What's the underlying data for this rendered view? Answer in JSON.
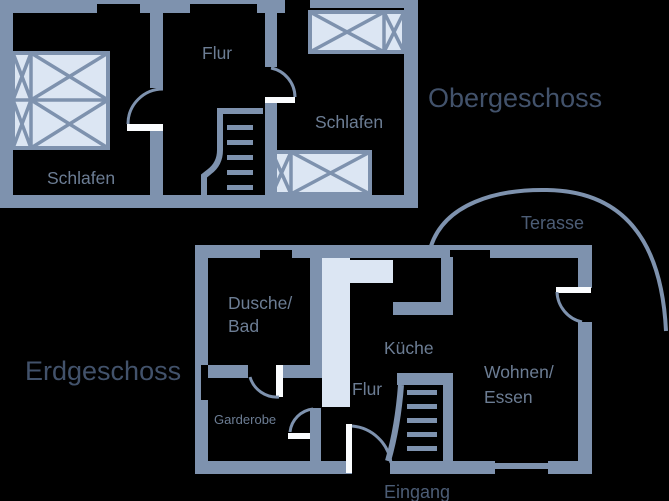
{
  "colors": {
    "background": "#000000",
    "wall": "#7E92AE",
    "furniture_fill": "#DCE6F3",
    "door_leaf": "#FAFCFE",
    "room_label": "#6C7D94",
    "title_label": "#42526B",
    "annotation_label": "#4C5D76"
  },
  "upper_floor": {
    "title": "Obergeschoss",
    "rooms": {
      "flur": "Flur",
      "schlafen_left": "Schlafen",
      "schlafen_right": "Schlafen"
    }
  },
  "ground_floor": {
    "title": "Erdgeschoss",
    "rooms": {
      "dusche_bad_line1": "Dusche/",
      "dusche_bad_line2": "Bad",
      "kueche": "Küche",
      "flur": "Flur",
      "wohnen_line1": "Wohnen/",
      "wohnen_line2": "Essen",
      "garderobe": "Garderobe"
    },
    "annotations": {
      "terasse": "Terasse",
      "eingang": "Eingang"
    }
  }
}
